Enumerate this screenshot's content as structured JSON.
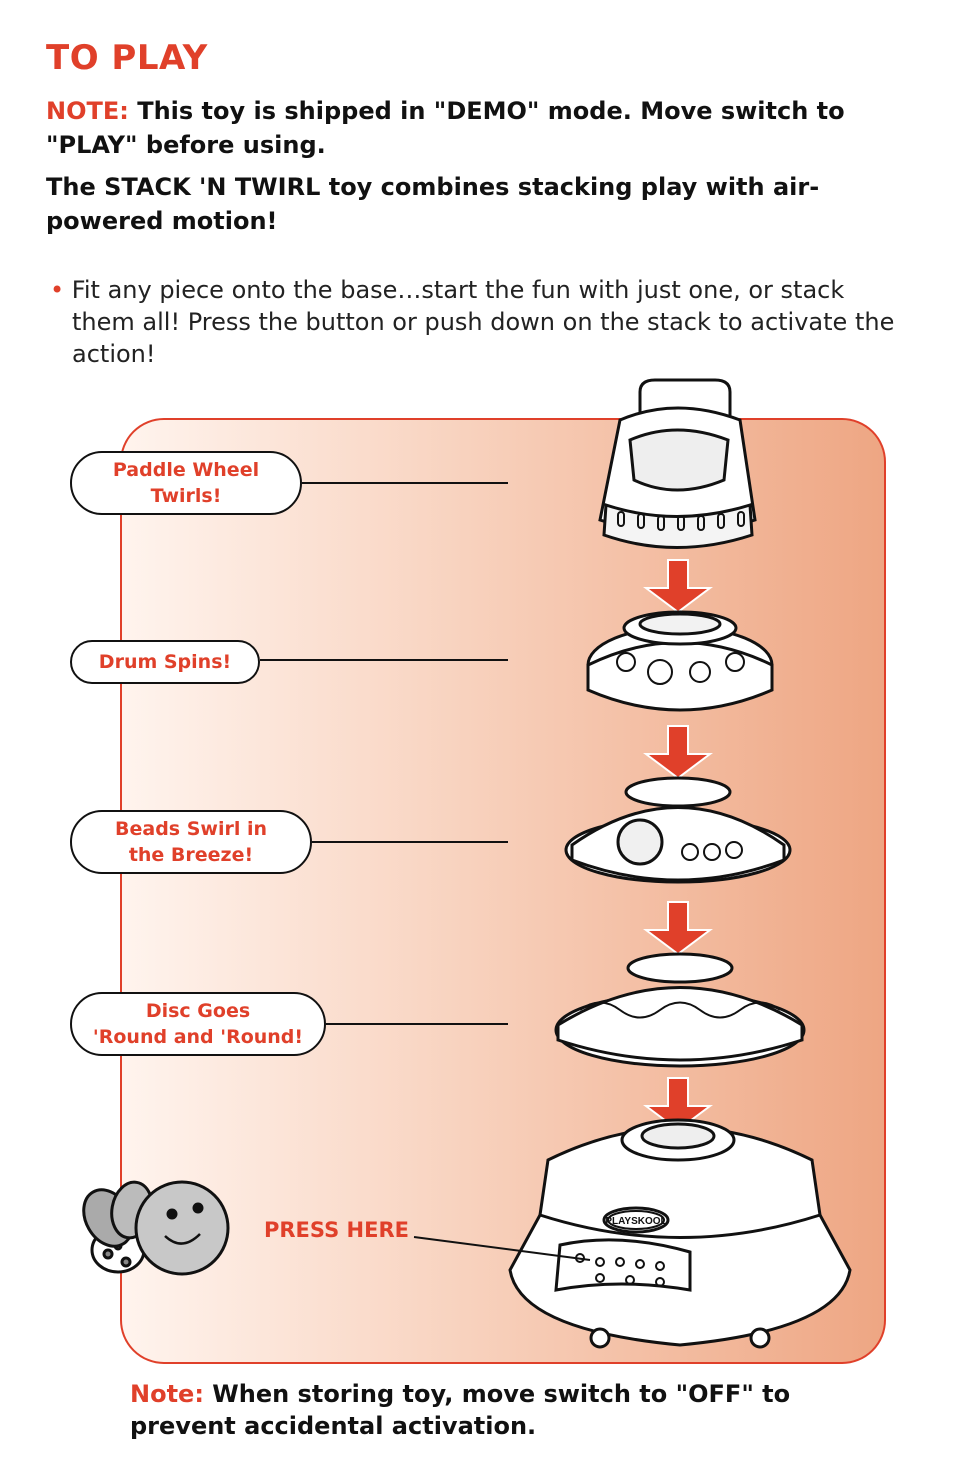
{
  "title": "TO PLAY",
  "note1": {
    "label": "NOTE:",
    "text": "This toy is shipped in \"DEMO\" mode. Move switch to \"PLAY\" before using."
  },
  "intro": "The STACK 'N TWIRL toy combines stacking play with air-powered motion!",
  "bullet": {
    "marker": "•",
    "text": "Fit any piece onto the base…start the fun with just one, or stack them all! Press the button or push down on the stack to activate the action!"
  },
  "callouts": {
    "paddle": [
      "Paddle Wheel",
      "Twirls!"
    ],
    "drum": [
      "Drum Spins!"
    ],
    "beads": [
      "Beads Swirl in",
      "the Breeze!"
    ],
    "disc": [
      "Disc Goes",
      "'Round and 'Round!"
    ]
  },
  "press_label": "PRESS HERE",
  "brand_logo": "PLAYSKOOL",
  "note2": {
    "label": "Note:",
    "text": "When storing toy, move switch to \"OFF\" to prevent accidental activation."
  },
  "colors": {
    "accent": "#e0402a",
    "panel_light": "#fff4ee",
    "panel_dark": "#eea683"
  }
}
